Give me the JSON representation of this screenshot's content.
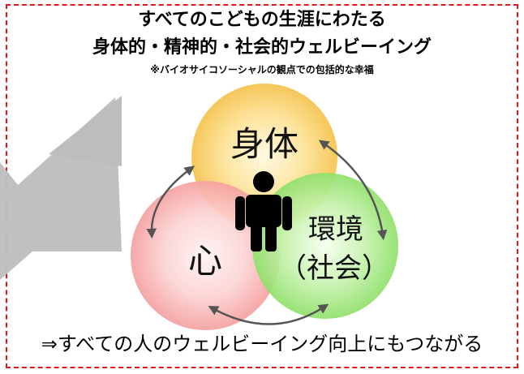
{
  "title_line1": "すべてのこどもの生涯にわたる",
  "title_line2": "身体的・精神的・社会的ウェルビーイング",
  "subtitle": "※バイオサイコソーシャルの観点での包括的な幸福",
  "circles": {
    "body": {
      "label": "身体"
    },
    "mind": {
      "label": "心"
    },
    "environment": {
      "label_line1": "環境",
      "label_line2": "（社会）"
    }
  },
  "footer": "⇒すべての人のウェルビーイング向上にもつながる",
  "colors": {
    "border": "#e5161a",
    "body_circle": "#f5c451",
    "mind_circle": "#f5a0a0",
    "environment_circle": "#8fe06a",
    "arrow": "#555555",
    "person": "#000000",
    "big_arrow": "#bdbdbd"
  },
  "icons": [
    "person-icon",
    "double-arrow-icon",
    "big-gray-arrow-icon"
  ]
}
